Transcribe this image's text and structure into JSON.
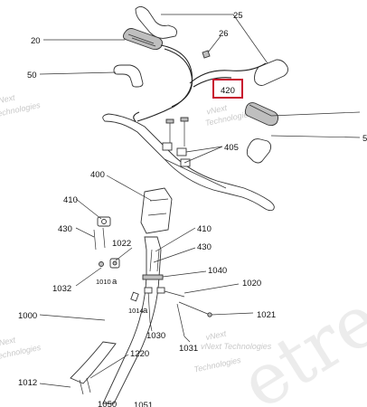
{
  "watermark": {
    "big_text": "etre",
    "line1": "vNext",
    "line2": "Technologies",
    "inline": "vNext Technologies"
  },
  "highlight_color": "#c8102e",
  "callouts": {
    "c25": "25",
    "c26": "26",
    "c20": "20",
    "c50": "50",
    "c420": "420",
    "c5": "5",
    "c405": "405",
    "c400": "400",
    "c410a": "410",
    "c410b": "410",
    "c430a": "430",
    "c430b": "430",
    "c1022": "1022",
    "c1040": "1040",
    "c1010": "1010",
    "c1010a": "a",
    "c1032": "1032",
    "c1020": "1020",
    "c1014": "1014",
    "c1014a": "a",
    "c1021": "1021",
    "c1000": "1000",
    "c1030": "1030",
    "c1031": "1031",
    "c1220": "1220",
    "c1012": "1012",
    "c1050": "1050",
    "c1051": "1051"
  }
}
